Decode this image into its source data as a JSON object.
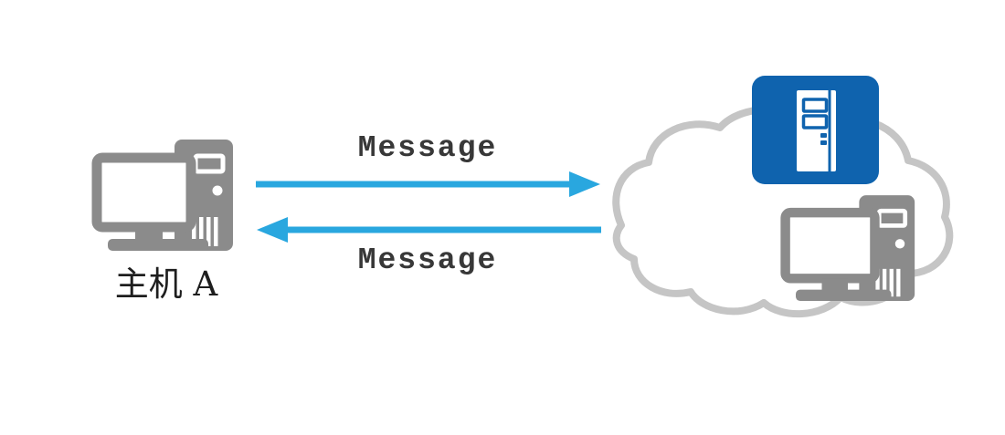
{
  "colors": {
    "arrow_blue": "#29A7DF",
    "server_blue": "#0F63AE",
    "icon_gray": "#8B8B8B",
    "cloud_gray": "#C5C5C5",
    "text_dark": "#383838",
    "label_dark": "#1E1E1E"
  },
  "diagram": {
    "host_a": {
      "label": "主机 A",
      "icon": "desktop-computer-icon"
    },
    "arrows": [
      {
        "direction": "right",
        "label": "Message",
        "color": "#29A7DF"
      },
      {
        "direction": "left",
        "label": "Message",
        "color": "#29A7DF"
      }
    ],
    "cloud": {
      "icon": "network-cloud-icon",
      "contains": [
        {
          "icon": "server-icon",
          "color": "#0F63AE"
        },
        {
          "icon": "desktop-computer-icon",
          "color": "#8B8B8B"
        }
      ]
    }
  }
}
